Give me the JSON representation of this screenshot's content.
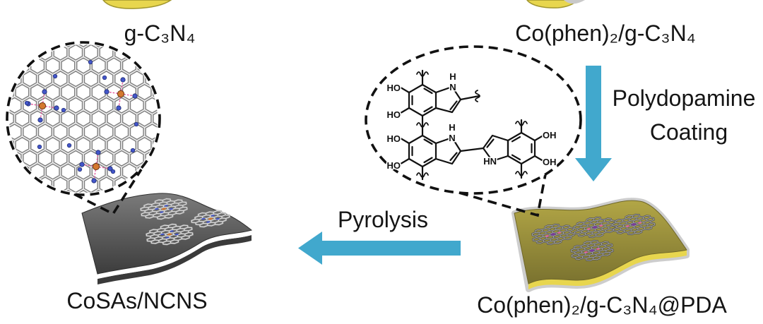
{
  "labels": {
    "g_c3n4": "g-C₃N₄",
    "co_phen_g_c3n4": "Co(phen)₂/g-C₃N₄",
    "polydopamine": "Polydopamine",
    "coating": "Coating",
    "pyrolysis": "Pyrolysis",
    "cosas_ncns": "CoSAs/NCNS",
    "co_phen_g_c3n4_pda": "Co(phen)₂/g-C₃N₄@PDA"
  },
  "polydopamine_structure": {
    "upper_unit": {
      "hydroxyl_1": "HO",
      "hydroxyl_2": "HO",
      "amine_h": "H",
      "amine_n": "N"
    },
    "lower_unit": {
      "hydroxyl_1": "HO",
      "hydroxyl_2": "HO",
      "amine_h": "H",
      "amine_n": "N"
    },
    "right_unit": {
      "amine": "HN",
      "hydroxyl_1": "OH",
      "hydroxyl_2": "OH"
    }
  },
  "colors": {
    "arrow": "#41a8cd",
    "g_c3n4_sheet": "#e8d64e",
    "carbon_sheet": "#555555",
    "pda_sheet": "#9b9038",
    "cobalt_atom": "#d4782f",
    "nitrogen_atom": "#4356c9",
    "coordination_bond": "#e2599f"
  }
}
